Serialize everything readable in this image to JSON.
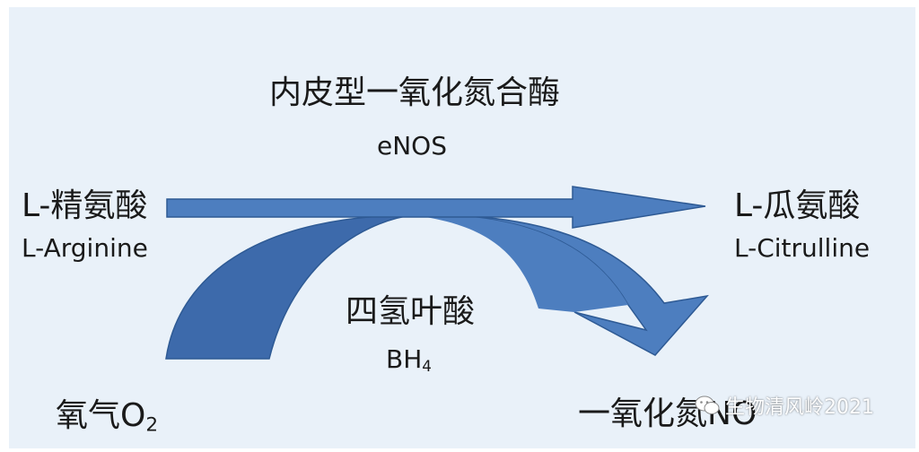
{
  "enzyme": {
    "name_zh": "内皮型一氧化氮合酶",
    "name_en": "eNOS"
  },
  "substrate": {
    "name_zh": "L-精氨酸",
    "name_en": "L-Arginine"
  },
  "product": {
    "name_zh": "L-瓜氨酸",
    "name_en": "L-Citrulline"
  },
  "cofactor": {
    "name_zh": "四氢叶酸",
    "formula_main": "BH",
    "formula_sub": "4"
  },
  "input": {
    "name_zh": "氧气",
    "formula_main": "O",
    "formula_sub": "2"
  },
  "output": {
    "name_zh": "一氧化氮",
    "formula": "NO"
  },
  "watermark": {
    "text": "生物清风岭2021"
  },
  "colors": {
    "background": "#e9f1f9",
    "arrow_fill": "#4d7ebf",
    "arrow_stroke": "#2e5a94",
    "curve_dark": "#3d6aab"
  }
}
